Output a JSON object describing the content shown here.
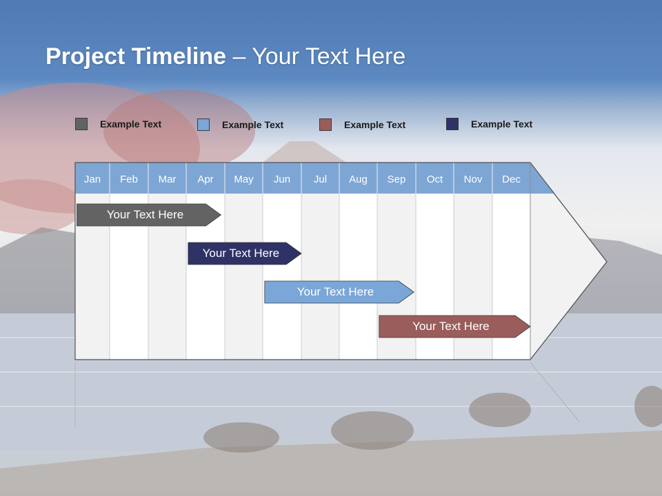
{
  "slide": {
    "title_bold": "Project Timeline",
    "title_rest": " – Your Text Here"
  },
  "legend": [
    {
      "label": "Example Text",
      "color": "#636363"
    },
    {
      "label": "Example Text",
      "color": "#7aa6d8"
    },
    {
      "label": "Example Text",
      "color": "#9a5d5b"
    },
    {
      "label": "Example Text",
      "color": "#2e3266"
    }
  ],
  "months": [
    "Jan",
    "Feb",
    "Mar",
    "Apr",
    "May",
    "Jun",
    "Jul",
    "Aug",
    "Sep",
    "Oct",
    "Nov",
    "Dec"
  ],
  "tasks": [
    {
      "label": "Your  Text Here",
      "start": 0.05,
      "end": 3.9,
      "color": "#636363"
    },
    {
      "label": "Your  Text Here",
      "start": 3.05,
      "end": 6.0,
      "color": "#2e3266"
    },
    {
      "label": "Your  Text Here",
      "start": 5.05,
      "end": 8.95,
      "color": "#7aa6d8"
    },
    {
      "label": "Your  Text Here",
      "start": 8.05,
      "end": 12.0,
      "color": "#9a5d5b"
    }
  ],
  "colors": {
    "header": "#7ea6d4",
    "column_light": "#f2f2f2",
    "column_white": "#ffffff",
    "sky_top": "#5a86be",
    "water": "#c8cfd9"
  }
}
